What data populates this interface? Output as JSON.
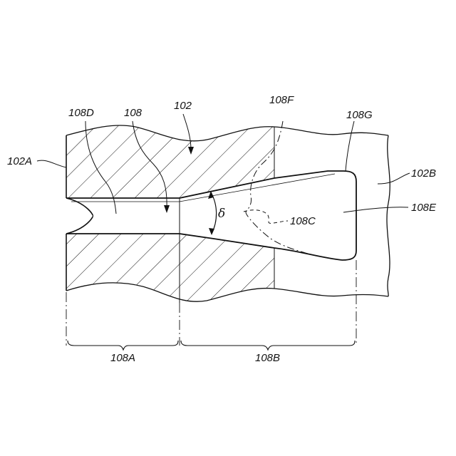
{
  "figure": {
    "labels": {
      "part_102": "102",
      "part_102A": "102A",
      "part_102B": "102B",
      "channel_108": "108",
      "region_108A": "108A",
      "region_108B": "108B",
      "feature_108C": "108C",
      "feature_108D": "108D",
      "feature_108E": "108E",
      "feature_108F": "108F",
      "feature_108G": "108G",
      "angle": "δ"
    },
    "colors": {
      "ink": "#111111",
      "background": "#ffffff"
    }
  }
}
